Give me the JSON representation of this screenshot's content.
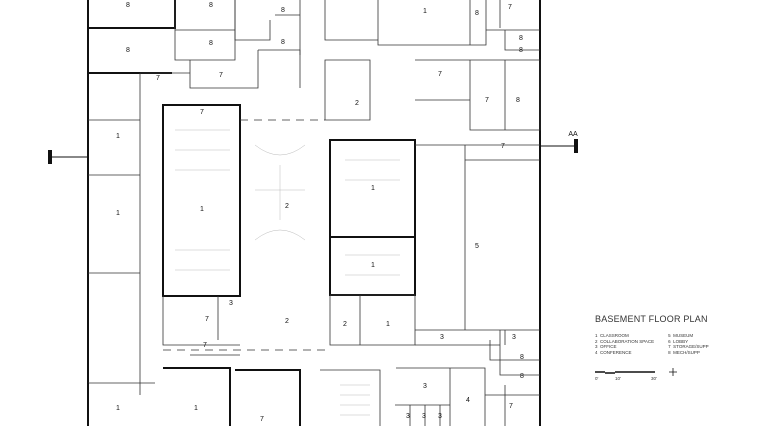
{
  "title": "BASEMENT FLOOR PLAN",
  "legend": [
    {
      "n": "1",
      "label": "CLASSROOM"
    },
    {
      "n": "2",
      "label": "COLLABORATION SPACE"
    },
    {
      "n": "3",
      "label": "OFFICE"
    },
    {
      "n": "4",
      "label": "CONFERENCE"
    },
    {
      "n": "5",
      "label": "MUSEUM"
    },
    {
      "n": "6",
      "label": "LOBBY"
    },
    {
      "n": "7",
      "label": "STORAGE/SUPP"
    },
    {
      "n": "8",
      "label": "MECH/SUPP"
    }
  ],
  "scale": {
    "labels": [
      "0'",
      "10'",
      "30'"
    ]
  },
  "section_marker": "AA",
  "rooms": [
    "8",
    "8",
    "8",
    "8",
    "8",
    "8",
    "1",
    "8",
    "7",
    "8",
    "8",
    "7",
    "7",
    "7",
    "2",
    "7",
    "8",
    "7",
    "7",
    "1",
    "2",
    "1",
    "1",
    "5",
    "1",
    "1",
    "3",
    "7",
    "2",
    "2",
    "1",
    "3",
    "3",
    "7",
    "8",
    "8",
    "1",
    "1",
    "7",
    "3",
    "3",
    "3",
    "3",
    "4",
    "7"
  ]
}
